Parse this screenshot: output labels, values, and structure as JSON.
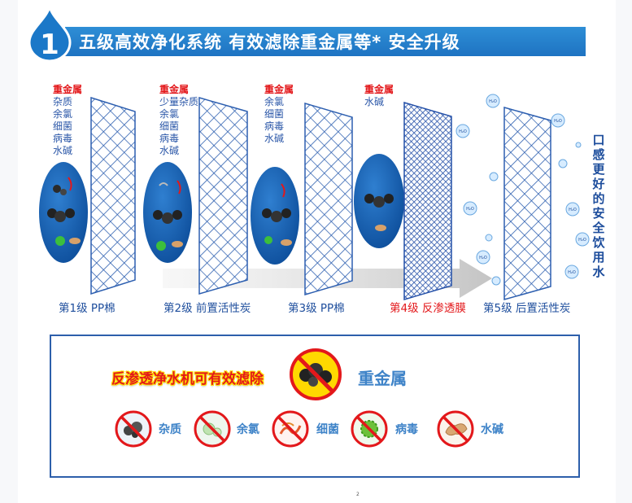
{
  "header": {
    "step_number": "1",
    "title": "五级高效净化系统  有效滤除重金属等*  安全升级"
  },
  "stages": [
    {
      "label": "第1级 PP棉",
      "targets": [
        "重金属",
        "杂质",
        "余氯",
        "细菌",
        "病毒",
        "水碱"
      ]
    },
    {
      "label": "第2级 前置活性炭",
      "targets": [
        "重金属",
        "少量杂质",
        "余氯",
        "细菌",
        "病毒",
        "水碱"
      ]
    },
    {
      "label": "第3级 PP棉",
      "targets": [
        "重金属",
        "余氯",
        "细菌",
        "病毒",
        "水碱"
      ]
    },
    {
      "label": "第4级 反渗透膜",
      "targets": [
        "重金属",
        "水碱"
      ]
    },
    {
      "label": "第5级 后置活性炭",
      "targets": []
    }
  ],
  "side_text": "口感更好的安全饮用水",
  "bubble_label": "H₂O",
  "summary": {
    "claim": "反渗透净水机可有效滤除",
    "highlight": "重金属",
    "items": [
      "杂质",
      "余氯",
      "细菌",
      "病毒",
      "水碱"
    ]
  },
  "page_number": "2",
  "colors": {
    "accent_blue": "#1e73c2",
    "label_red": "#e3181b",
    "text_blue": "#2b57a8"
  }
}
